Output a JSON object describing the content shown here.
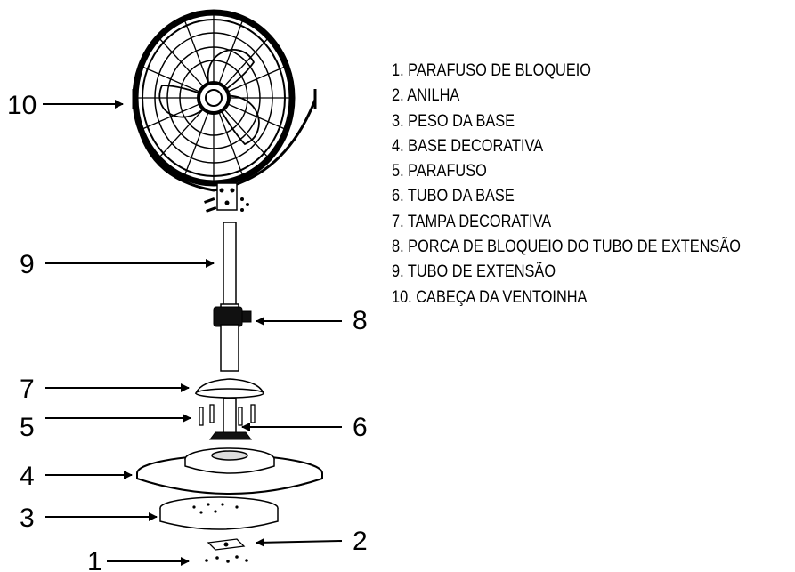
{
  "parts": [
    {
      "num": "1",
      "label": "1. PARAFUSO DE BLOQUEIO"
    },
    {
      "num": "2",
      "label": "2. ANILHA"
    },
    {
      "num": "3",
      "label": "3. PESO DA BASE"
    },
    {
      "num": "4",
      "label": "4. BASE DECORATIVA"
    },
    {
      "num": "5",
      "label": "5. PARAFUSO"
    },
    {
      "num": "6",
      "label": "6. TUBO DA BASE"
    },
    {
      "num": "7",
      "label": "7. TAMPA DECORATIVA"
    },
    {
      "num": "8",
      "label": "8. PORCA DE BLOQUEIO DO TUBO DE EXTENSÃO"
    },
    {
      "num": "9",
      "label": "9. TUBO DE EXTENSÃO"
    },
    {
      "num": "10",
      "label": "10. CABEÇA DA VENTOINHA"
    }
  ]
}
